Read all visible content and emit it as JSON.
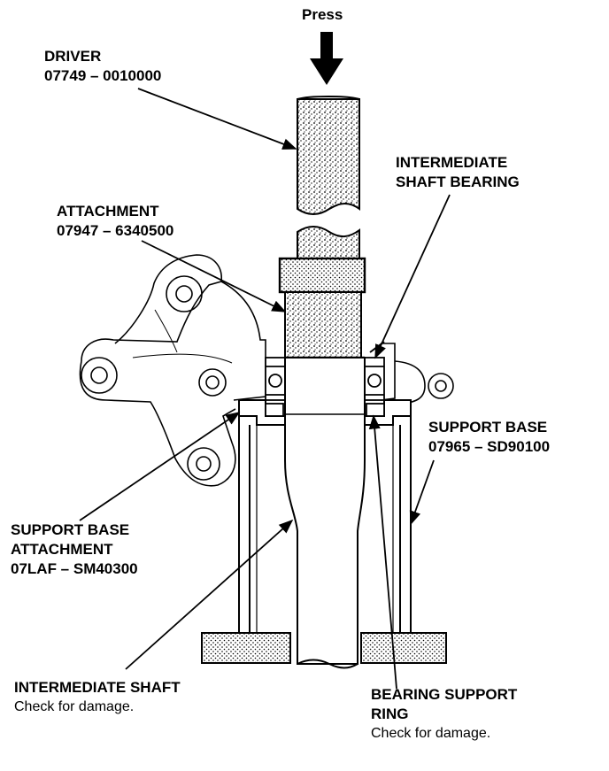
{
  "labels": {
    "press": "Press",
    "driver": {
      "name": "DRIVER",
      "part_no": "07749 – 0010000"
    },
    "attachment": {
      "name": "ATTACHMENT",
      "part_no": "07947 – 6340500"
    },
    "intermediate_shaft_bearing": {
      "line1": "INTERMEDIATE",
      "line2": "SHAFT BEARING"
    },
    "support_base": {
      "name": "SUPPORT BASE",
      "part_no": "07965 – SD90100"
    },
    "support_base_attachment": {
      "line1": "SUPPORT BASE",
      "line2": "ATTACHMENT",
      "part_no": "07LAF – SM40300"
    },
    "intermediate_shaft": {
      "name": "INTERMEDIATE SHAFT",
      "note": "Check for damage."
    },
    "bearing_support_ring": {
      "line1": "BEARING SUPPORT",
      "line2": "RING",
      "note": "Check for damage."
    }
  }
}
